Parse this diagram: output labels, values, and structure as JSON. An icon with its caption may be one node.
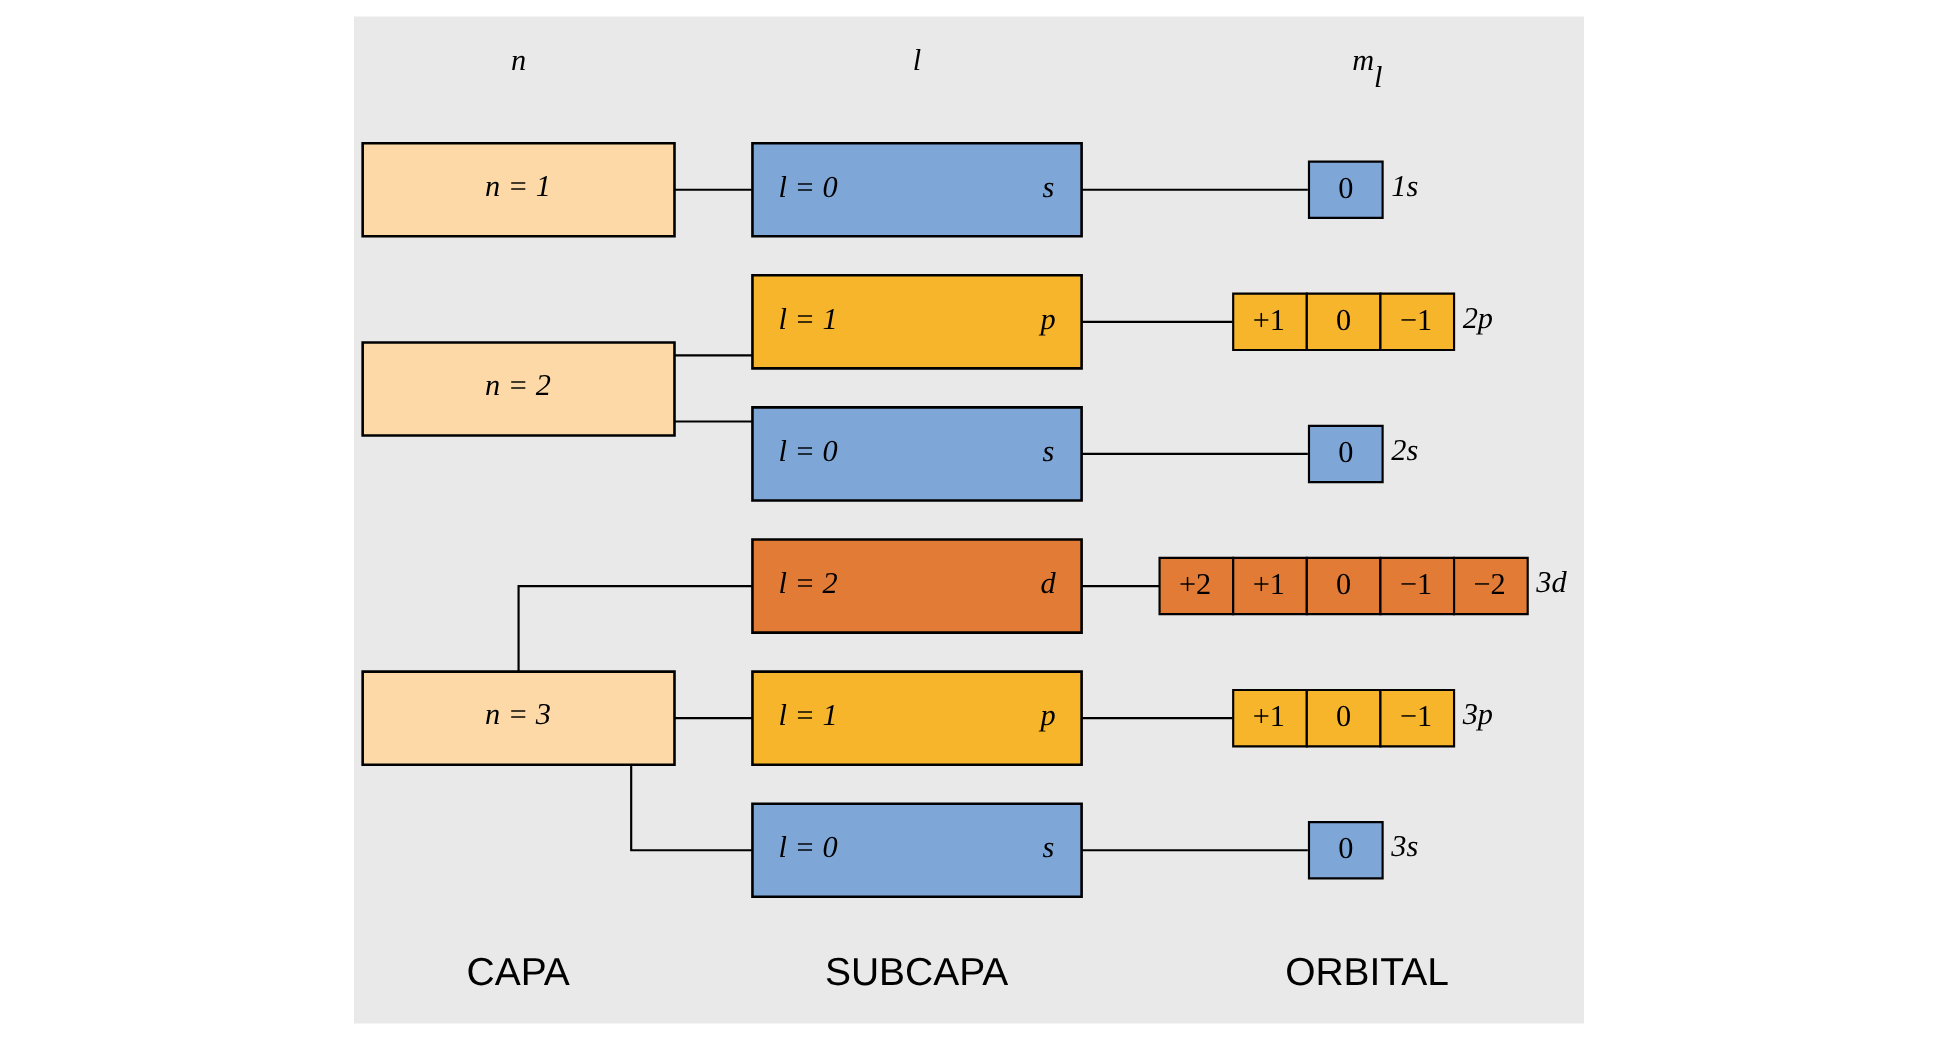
{
  "diagram": {
    "nodes": [
      {
        "text": [
          "n = 3"
        ]
      },
      {
        "text": [
          "l = 2",
          "d"
        ]
      },
      {
        "text": [
          "+2",
          "+1",
          "0",
          "−1",
          "−2"
        ],
        "beside": [
          "3d"
        ]
      },
      {
        "text": [
          "l = 1",
          "p"
        ]
      },
      {
        "text": [
          "+1",
          "0",
          "−1"
        ],
        "beside": [
          "3p"
        ]
      },
      {
        "text": [
          "l = 0",
          "s"
        ]
      },
      {
        "text": [
          "0"
        ],
        "beside": [
          "3s"
        ]
      },
      {
        "text": [
          "n = 2"
        ]
      },
      {
        "text": [
          "l = 1",
          "p"
        ]
      },
      {
        "text": [
          "+1",
          "0",
          "−1"
        ],
        "beside": [
          "2p"
        ]
      },
      {
        "text": [
          "l = 0",
          "s"
        ]
      },
      {
        "text": [
          "0"
        ],
        "beside": [
          "2s"
        ]
      },
      {
        "text": [
          "n = 1"
        ]
      },
      {
        "text": [
          "l = 0",
          "s"
        ]
      },
      {
        "text": [
          "0"
        ],
        "beside": [
          "1s"
        ]
      }
    ],
    "edges": [
      {
        "from": 0,
        "to": 1,
        "arrow": "none"
      },
      {
        "from": 0,
        "to": 3,
        "arrow": "none"
      },
      {
        "from": 0,
        "to": 5,
        "arrow": "none"
      },
      {
        "from": 1,
        "to": 2,
        "arrow": "none"
      },
      {
        "from": 3,
        "to": 4,
        "arrow": "none"
      },
      {
        "from": 5,
        "to": 6,
        "arrow": "none"
      },
      {
        "from": 7,
        "to": 8,
        "arrow": "none"
      },
      {
        "from": 7,
        "to": 10,
        "arrow": "none"
      },
      {
        "from": 8,
        "to": 9,
        "arrow": "none"
      },
      {
        "from": 10,
        "to": 11,
        "arrow": "none"
      },
      {
        "from": 12,
        "to": 13,
        "arrow": "none"
      },
      {
        "from": 13,
        "to": 14,
        "arrow": "none"
      }
    ],
    "labels": [
      "CAPA",
      "SUBCAPA",
      "ORBITAL",
      "n",
      "l",
      "m$_{l}$"
    ]
  }
}
